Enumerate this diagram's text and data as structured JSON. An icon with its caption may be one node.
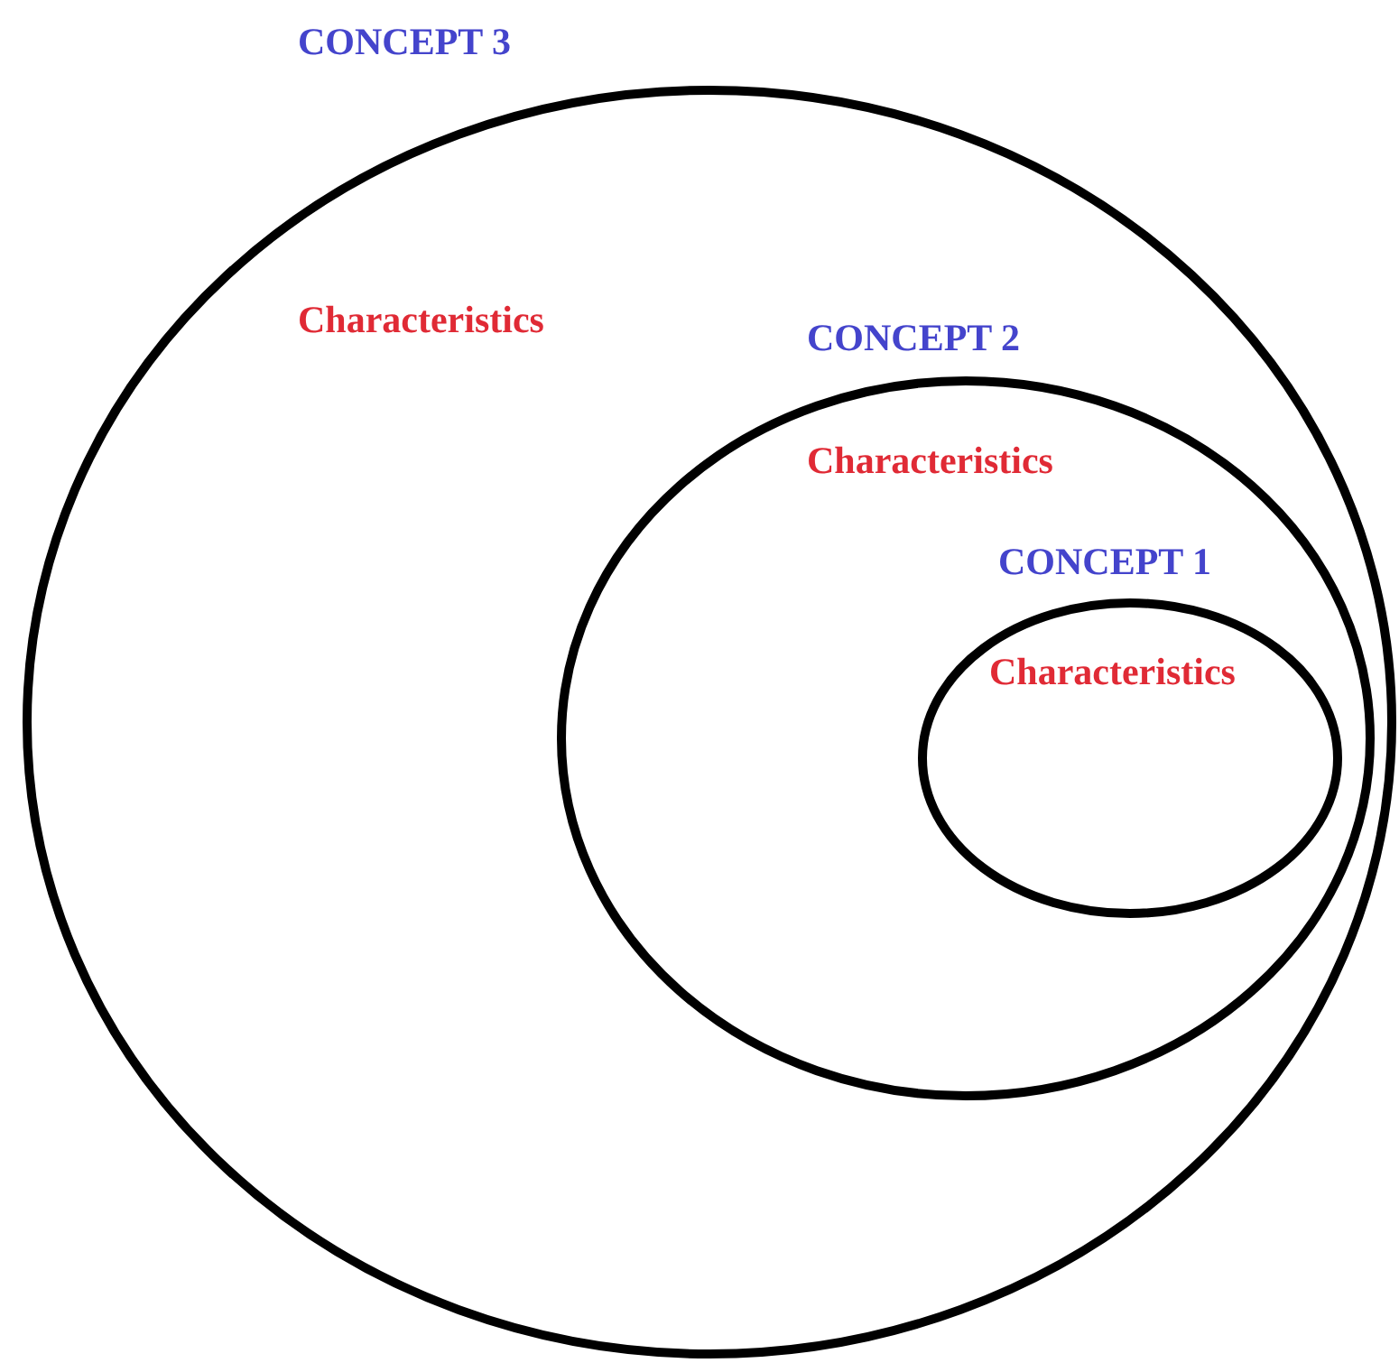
{
  "diagram": {
    "nodes": [
      {
        "text": [
          "CONCEPT 3",
          "Characteristics"
        ]
      },
      {
        "text": [
          "CONCEPT 2",
          "Characteristics"
        ],
        "in": 0
      },
      {
        "text": [
          "CONCEPT 1",
          "Characteristics"
        ],
        "in": 1
      }
    ]
  }
}
